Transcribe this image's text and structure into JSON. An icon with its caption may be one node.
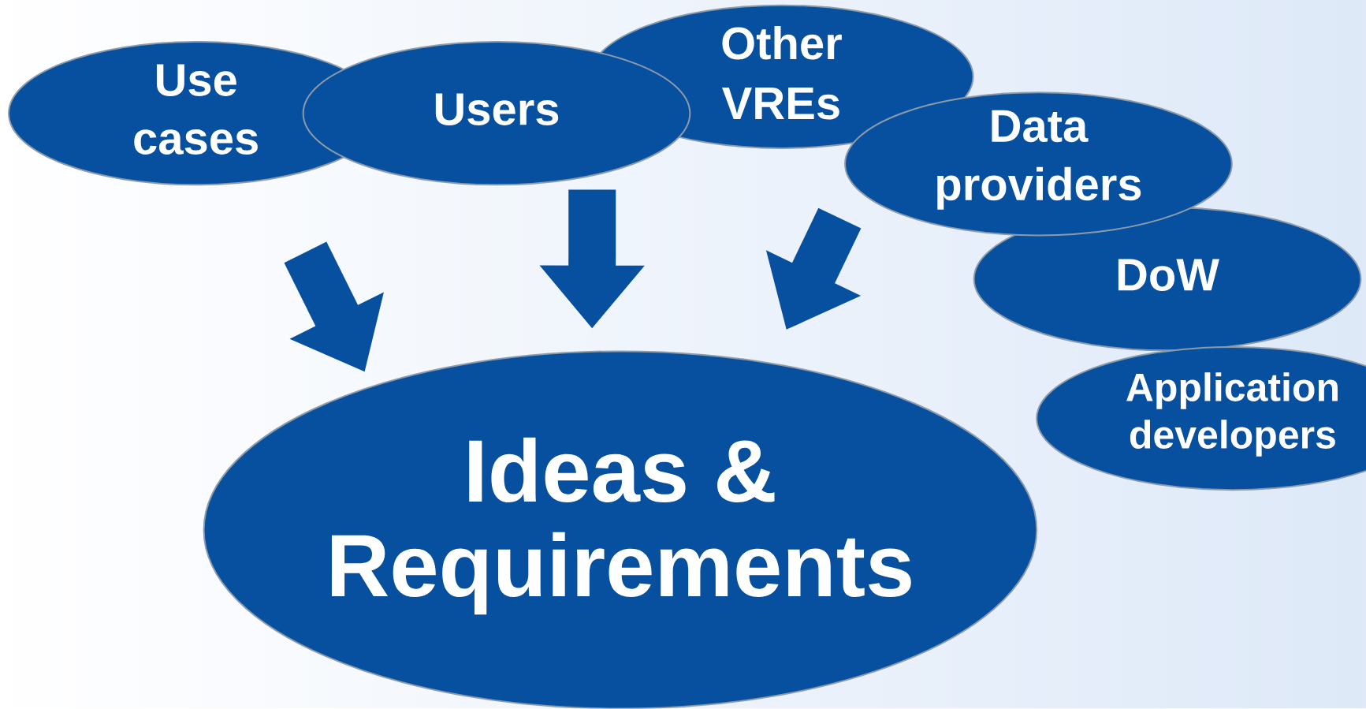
{
  "diagram": {
    "nodes": [
      {
        "text": [
          "Use cases"
        ]
      },
      {
        "text": [
          "Users"
        ]
      },
      {
        "text": [
          "Other VREs"
        ]
      },
      {
        "text": [
          "Data providers"
        ]
      },
      {
        "text": [
          "DoW"
        ]
      },
      {
        "text": [
          "Application developers"
        ]
      },
      {
        "text": [
          "Ideas & Requirements"
        ]
      }
    ],
    "edges": [
      {
        "from": 0,
        "to": 6,
        "arrow": "to"
      },
      {
        "from": 1,
        "to": 6,
        "arrow": "to"
      },
      {
        "from": 3,
        "to": 6,
        "arrow": "to"
      }
    ]
  }
}
